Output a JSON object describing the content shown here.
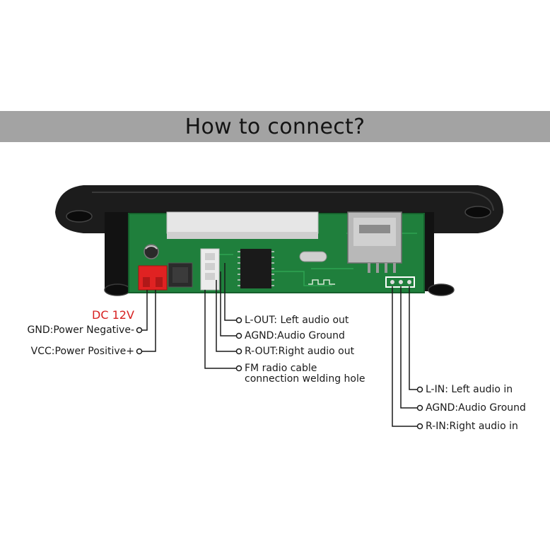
{
  "banner": {
    "title": "How to connect?"
  },
  "module": {
    "left_labels": {
      "dc": "DC 12V",
      "gnd": "GND:Power Negative-",
      "vcc": "VCC:Power Positive+"
    },
    "middle_labels": {
      "l_out": "L-OUT: Left audio out",
      "agnd": "AGND:Audio Ground",
      "r_out": "R-OUT:Right audio out",
      "fm_line1": "FM radio cable",
      "fm_line2": "connection welding hole"
    },
    "right_labels": {
      "l_in": "L-IN: Left audio in",
      "agnd": "AGND:Audio Ground",
      "r_in": "R-IN:Right audio in"
    },
    "colors": {
      "banner": "#a3a3a3",
      "pcb": "#1f7f3c",
      "frame": "#1c1c1c",
      "power_connector": "#e02222",
      "label_accent": "#d72020"
    }
  }
}
